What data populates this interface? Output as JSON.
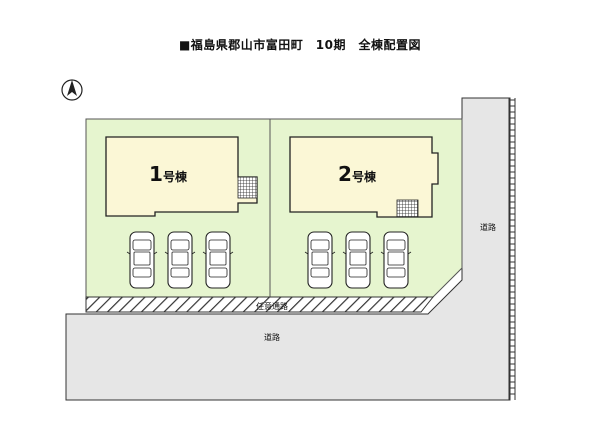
{
  "title": "■福島県郡山市富田町　10期　全棟配置図",
  "colors": {
    "lot_fill": "#e6f5cf",
    "house_fill": "#fbf7d6",
    "road_fill": "#e6e6e6",
    "outline": "#333333"
  },
  "compass": {
    "icon": "north-arrow-icon"
  },
  "lots": [
    {
      "building_number": "1",
      "building_suffix": "号棟",
      "parking_spaces": 3
    },
    {
      "building_number": "2",
      "building_suffix": "号棟",
      "parking_spaces": 3
    }
  ],
  "shared_driveway_label": "任意通路",
  "road_label_east": "道路",
  "road_label_south": "道路"
}
